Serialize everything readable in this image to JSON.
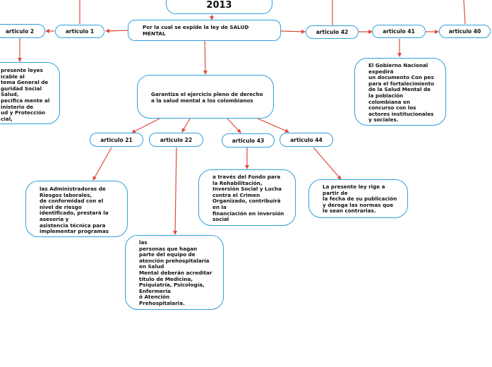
{
  "colors": {
    "node_border": "#2f9fe0",
    "edge": "#e04a3a",
    "text": "#111111"
  },
  "nodes": {
    "year": "2013",
    "law": "Por la cual se expide la ley de SALUD\nMENTAL",
    "center": "Garantiza el ejercicio pleno de derecho\na la salud mental a los colombianos",
    "art2": "articulo 2",
    "art1": "articulo 1",
    "art42": "articulo 42",
    "art41": "articulo 41",
    "art40": "articulo 40",
    "art21": "articulo 21",
    "art22": "articulo 22",
    "art43": "articulo 43",
    "art44": "articulo 44",
    "left_box": "presente leyes\nicable al\ntema General de\nguridad Social\nSalud,\npecifica mente al\ninisterio de\nud y Protección\ncial,",
    "art41_box": "El Gobierno Nacional\nexpedirá\nun documento Con pes\npara el fortalecimiento\nde la Salud Mental de\nla población\ncolombiana en\nconcurso con los\nactores institucionales\ny sociales.",
    "art21_box": "las Administradoras de\nRiesgos laborales,\nde conformidad con el\nnivel de riesgo\nidentificado, prestará la\nasesoría y\nasistencia técnica para\nimplementar programas",
    "art22_box": "las\npersonas que hagan\nparte del equipo de\natención prehospitalaria\nen Salud\nMental deberán acreditar\ntítulo de Medicina,\nPsiquiatría, Psicología,\nEnfermería\nó Atención\nPrehospitalaria.",
    "art43_box": "a través del Fondo para\nla Rehabilitación,\nInversión Social y Lucha\ncontra el Crimen\nOrganizado, contribuirá\nen la\nfinanciación en inversión\nsocial",
    "art44_box": "La presente ley rige a\npartir de\nla fecha de su publicación\ny deroga las normas que\nle sean contrarias."
  }
}
